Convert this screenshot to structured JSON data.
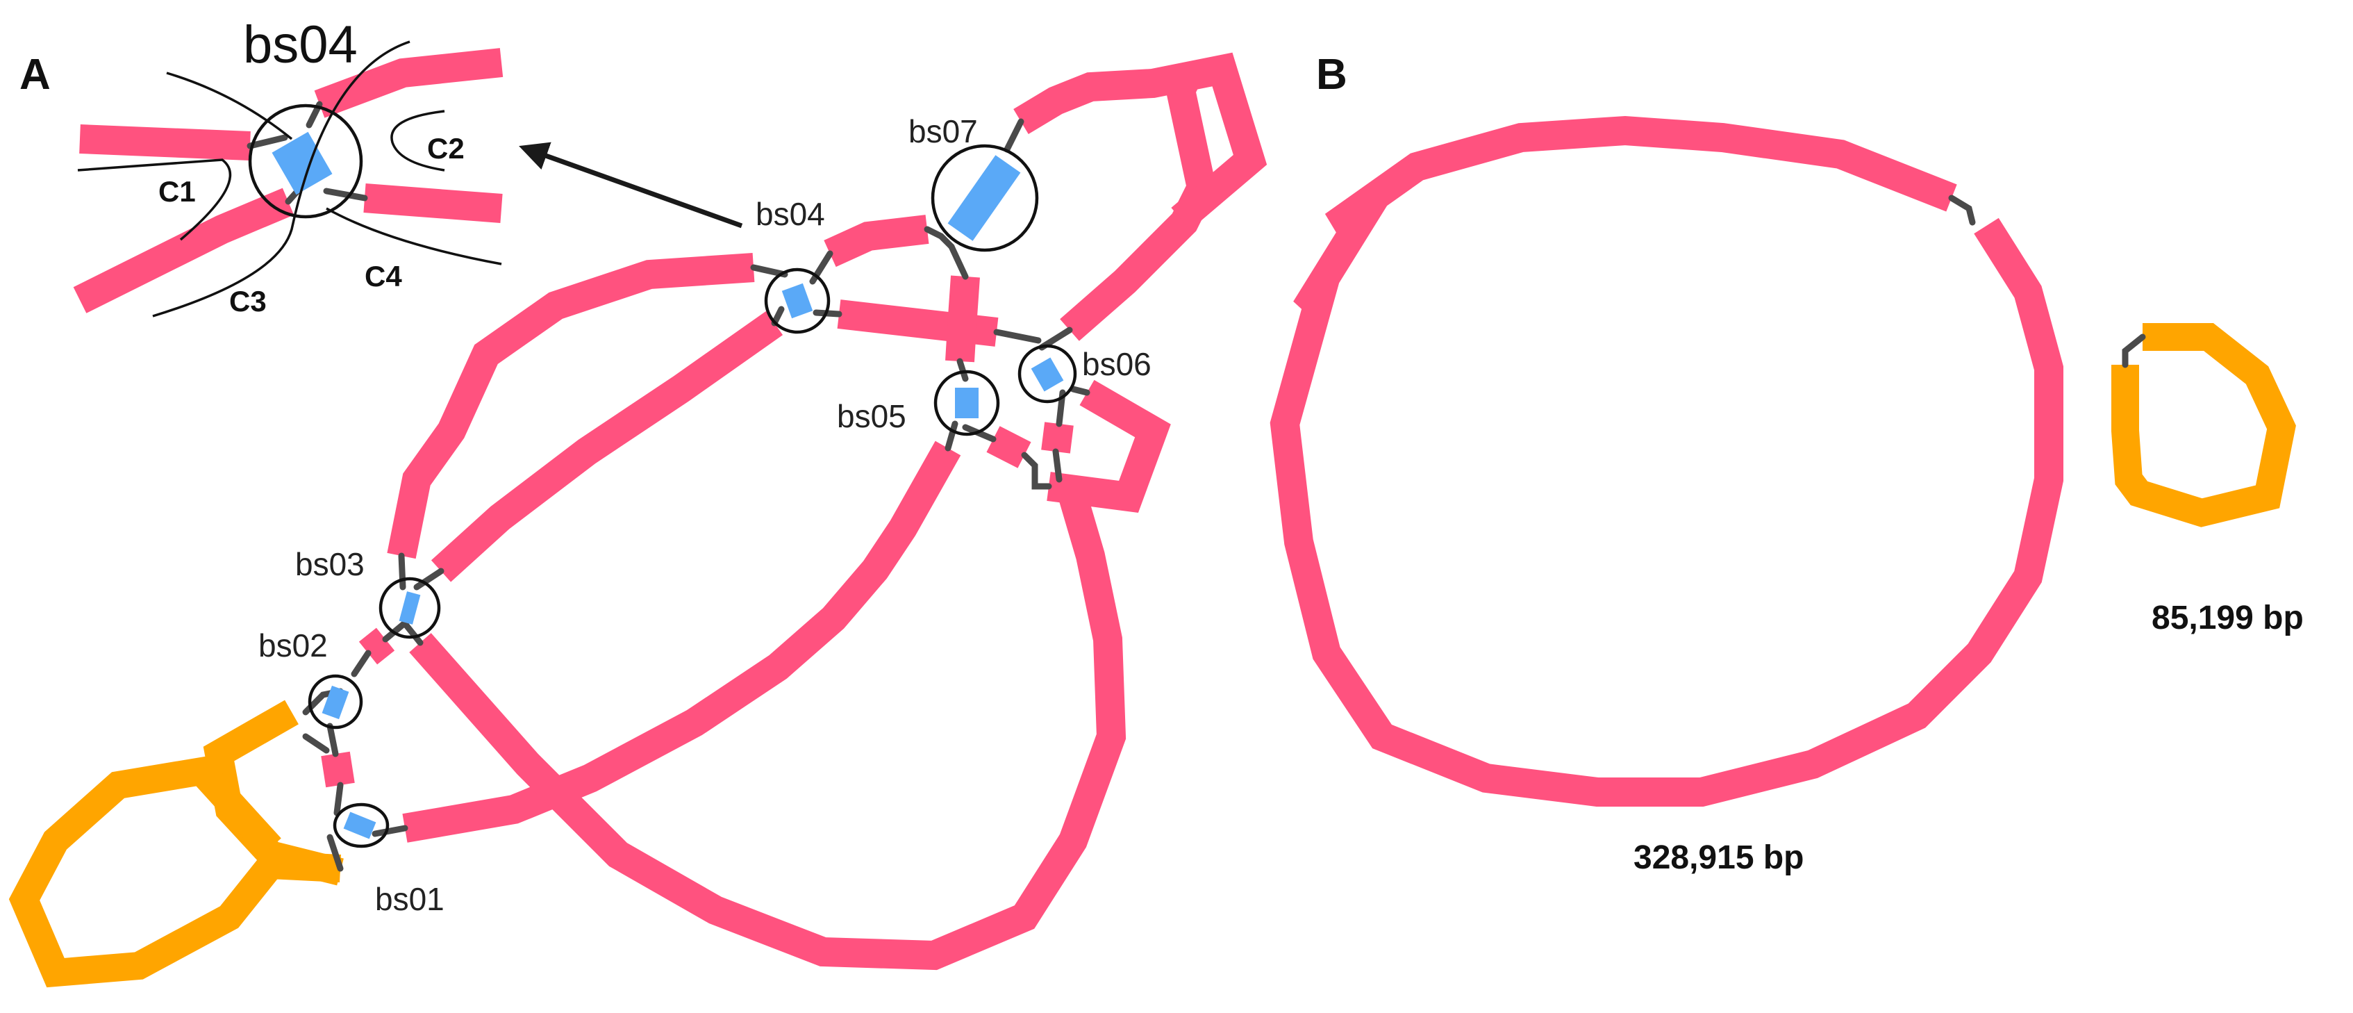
{
  "panels": {
    "a": "A",
    "b": "B"
  },
  "inset": {
    "title": "bs04",
    "contigs": [
      "C1",
      "C2",
      "C3",
      "C4"
    ]
  },
  "nodes": {
    "bs01": "bs01",
    "bs02": "bs02",
    "bs03": "bs03",
    "bs04": "bs04",
    "bs05": "bs05",
    "bs06": "bs06",
    "bs07": "bs07"
  },
  "circles": {
    "large": "328,915 bp",
    "small": "85,199 bp"
  },
  "colors": {
    "main_contig": "#ff527f",
    "plasmid_contig": "#ffa500",
    "branch_site": "#5aa9f7",
    "link": "#4a4a4a"
  }
}
